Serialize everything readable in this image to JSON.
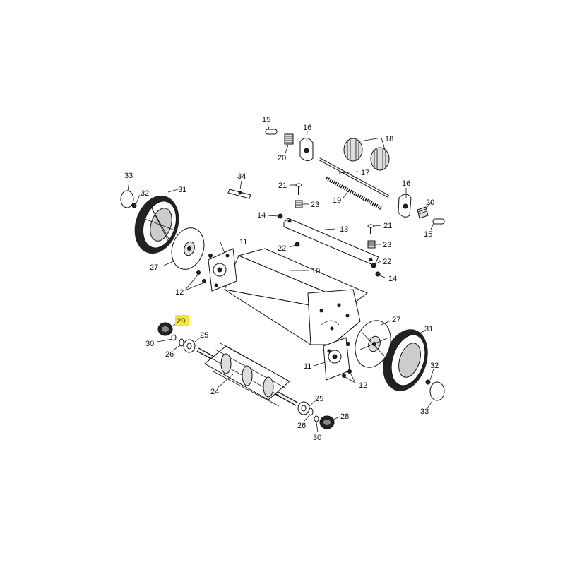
{
  "callouts": {
    "c10": "10",
    "c11a": "11",
    "c11b": "11",
    "c12a": "12",
    "c12b": "12",
    "c13": "13",
    "c14a": "14",
    "c14b": "14",
    "c15a": "15",
    "c15b": "15",
    "c16a": "16",
    "c16b": "16",
    "c17": "17",
    "c18": "18",
    "c19": "19",
    "c20a": "20",
    "c20b": "20",
    "c21a": "21",
    "c21b": "21",
    "c22a": "22",
    "c22b": "22",
    "c23a": "23",
    "c23b": "23",
    "c24": "24",
    "c25a": "25",
    "c25b": "25",
    "c26a": "26",
    "c26b": "26",
    "c27a": "27",
    "c27b": "27",
    "c28": "28",
    "c29": "29",
    "c30a": "30",
    "c30b": "30",
    "c31a": "31",
    "c31b": "31",
    "c32a": "32",
    "c32b": "32",
    "c33a": "33",
    "c33b": "33",
    "c34": "34"
  },
  "highlight_color": "#f5e43a",
  "highlighted_part": "29"
}
